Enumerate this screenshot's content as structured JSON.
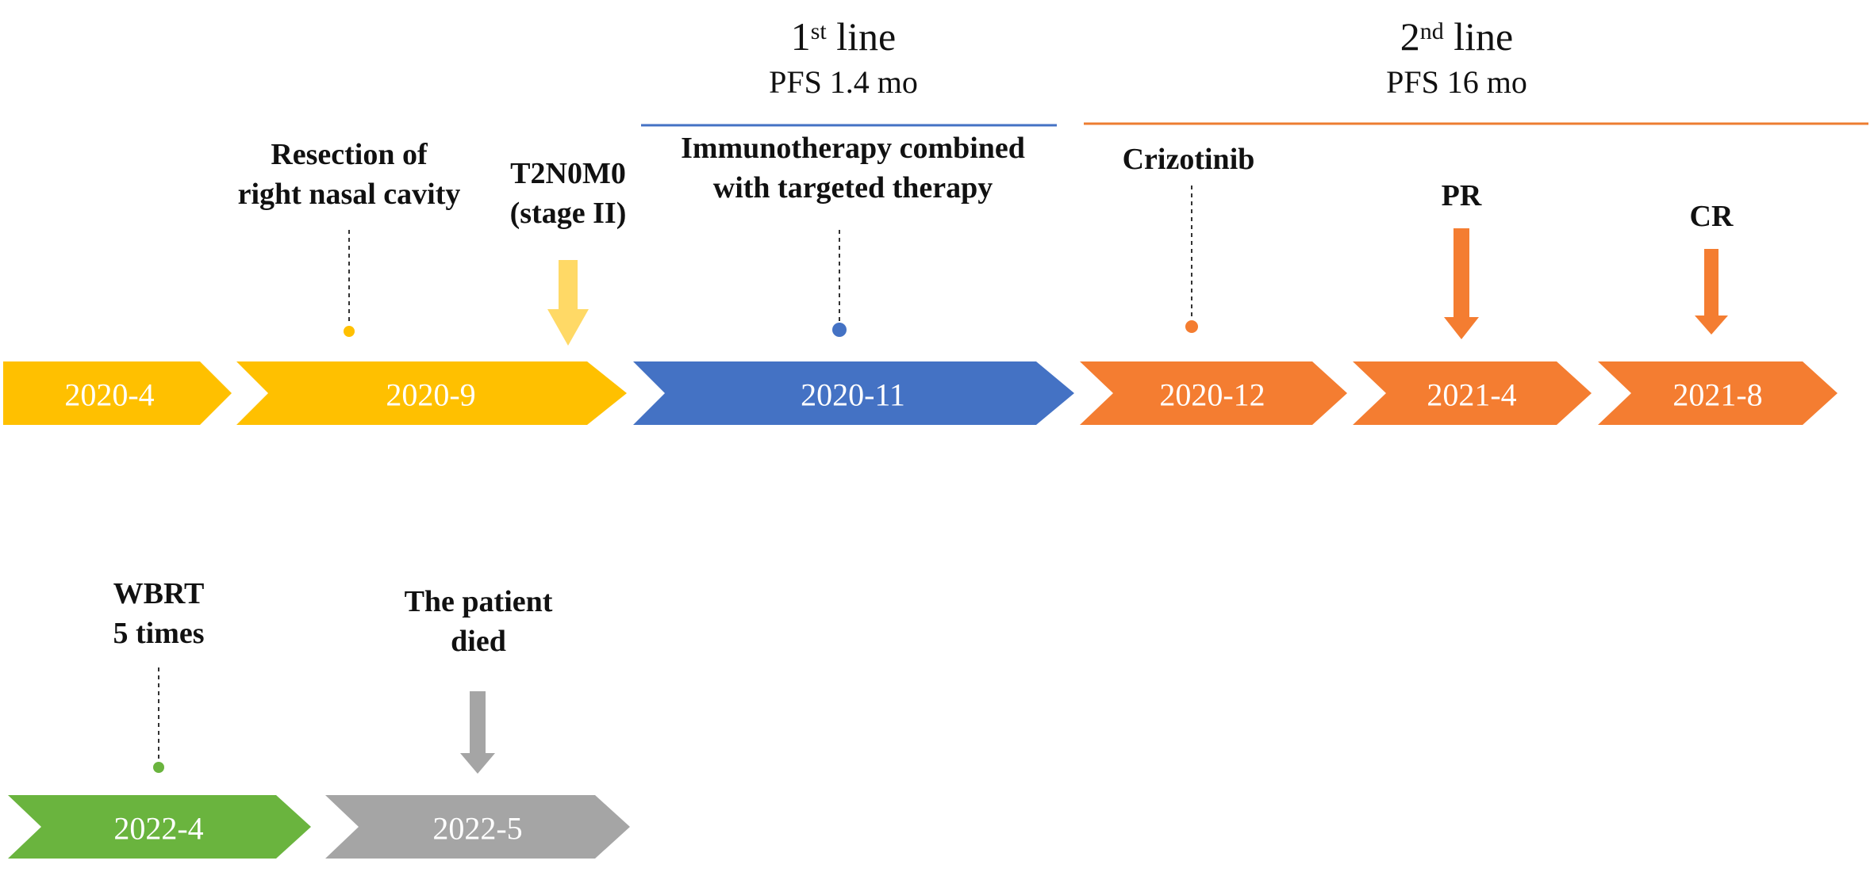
{
  "lines": [
    {
      "key": "first",
      "number": "1",
      "suffix": "st",
      "word": " line",
      "pfs": "PFS 1.4 mo",
      "color": "#4472C4"
    },
    {
      "key": "second",
      "number": "2",
      "suffix": "nd",
      "word": " line",
      "pfs": "PFS 16 mo",
      "color": "#ED7D31"
    }
  ],
  "timeline_row1": [
    {
      "date": "2020-4",
      "color": "#FFC000"
    },
    {
      "date": "2020-9",
      "color": "#FFC000"
    },
    {
      "date": "2020-11",
      "color": "#4472C4"
    },
    {
      "date": "2020-12",
      "color": "#F47D31"
    },
    {
      "date": "2021-4",
      "color": "#F47D31"
    },
    {
      "date": "2021-8",
      "color": "#F47D31"
    }
  ],
  "timeline_row2": [
    {
      "date": "2022-4",
      "color": "#6AB43E"
    },
    {
      "date": "2022-5",
      "color": "#A5A5A5"
    }
  ],
  "events": {
    "resection": {
      "line1": "Resection of",
      "line2": "right nasal cavity",
      "marker": "dot",
      "color": "#FFC000"
    },
    "staging": {
      "line1": "T2N0M0",
      "line2": "(stage II)",
      "marker": "arrow",
      "color": "#FFD966"
    },
    "immunotherapy": {
      "line1": "Immunotherapy combined",
      "line2": "with targeted therapy",
      "marker": "dot",
      "color": "#4472C4"
    },
    "crizotinib": {
      "line1": "Crizotinib",
      "marker": "dot",
      "color": "#F47D31"
    },
    "pr": {
      "line1": "PR",
      "marker": "arrow",
      "color": "#F47D31"
    },
    "cr": {
      "line1": "CR",
      "marker": "arrow",
      "color": "#F47D31"
    },
    "wbrt": {
      "line1": "WBRT",
      "line2": "5 times",
      "marker": "dot",
      "color": "#6AB43E"
    },
    "died": {
      "line1": "The patient",
      "line2": "died",
      "marker": "arrow",
      "color": "#A5A5A5"
    }
  }
}
